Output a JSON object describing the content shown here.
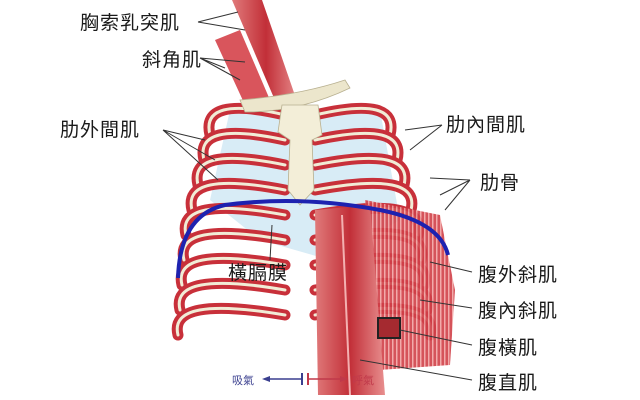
{
  "labels": {
    "sternocleidomastoid": "胸索乳突肌",
    "scalenes": "斜角肌",
    "external_intercostals": "肋外間肌",
    "internal_intercostals": "肋內間肌",
    "ribs": "肋骨",
    "diaphragm": "橫膈膜",
    "external_oblique": "腹外斜肌",
    "internal_oblique": "腹內斜肌",
    "transversus_abdominis": "腹橫肌",
    "rectus_abdominis": "腹直肌"
  },
  "legend": {
    "inhale": "吸氣",
    "exhale": "呼氣",
    "inhale_color": "#3a3f8f",
    "exhale_color": "#c0394a"
  },
  "colors": {
    "muscle": "#c8303a",
    "muscle_light": "#e88a8a",
    "bone": "#f1ecd6",
    "cartilage": "#cfe6f2",
    "diaphragm": "#1d22b0"
  }
}
